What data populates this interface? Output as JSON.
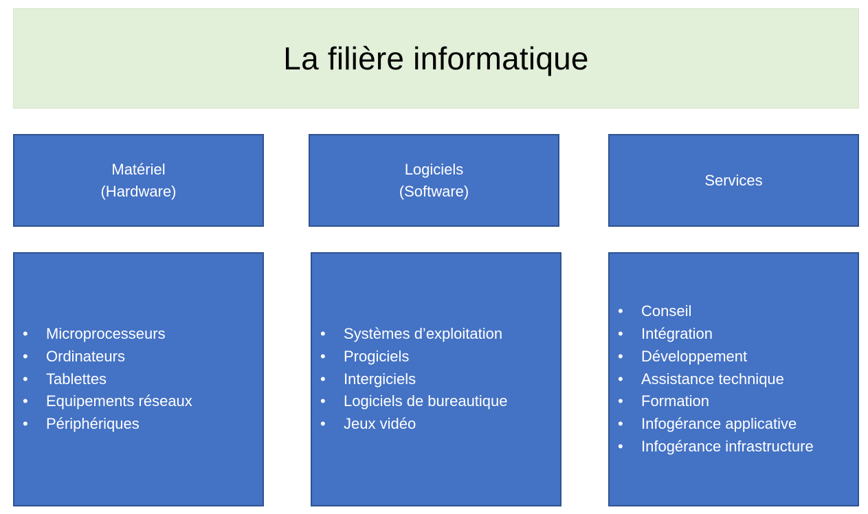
{
  "title": "La filière informatique",
  "columns": [
    {
      "header": [
        "Matériel",
        "(Hardware)"
      ],
      "items": [
        "Microprocesseurs",
        "Ordinateurs",
        "Tablettes",
        "Equipements réseaux",
        "Périphériques"
      ]
    },
    {
      "header": [
        "Logiciels",
        "(Software)"
      ],
      "items": [
        "Systèmes d’exploitation",
        "Progiciels",
        "Intergiciels",
        "Logiciels de bureautique",
        "Jeux vidéo"
      ]
    },
    {
      "header": [
        "Services"
      ],
      "items": [
        "Conseil",
        "Intégration",
        "Développement",
        "Assistance technique",
        "Formation",
        "Infogérance applicative",
        "Infogérance infrastructure"
      ]
    }
  ],
  "bullet": "•",
  "colors": {
    "title_bg": "#e2efd9",
    "box_fill": "#4472c4",
    "box_border": "#2f528f",
    "box_text": "#ffffff"
  }
}
